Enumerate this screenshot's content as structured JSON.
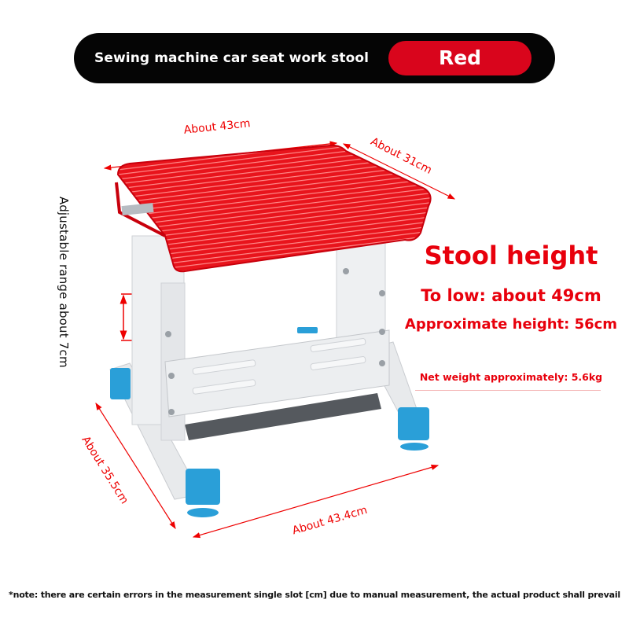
{
  "banner": {
    "title": "Sewing machine car seat work stool",
    "color_label": "Red",
    "background": "#050505",
    "pill_color": "#d9051c"
  },
  "dimensions": {
    "seat_length": "About 43cm",
    "seat_width": "About 31cm",
    "base_depth": "About 35.5cm",
    "base_length": "About 43.4cm",
    "adjustable_range": "Adjustable range about 7cm"
  },
  "specs": {
    "title": "Stool height",
    "lowest": "To low: about 49cm",
    "highest": "Approximate height: 56cm",
    "weight": "Net weight approximately: 5.6kg",
    "accent_color": "#e8000c"
  },
  "product": {
    "seat_color": "#e8141c",
    "frame_color": "#eceef0",
    "foot_color": "#2a9fd8"
  },
  "note": "*note: there are certain errors in the measurement single slot [cm] due to manual measurement, the actual product shall prevail"
}
